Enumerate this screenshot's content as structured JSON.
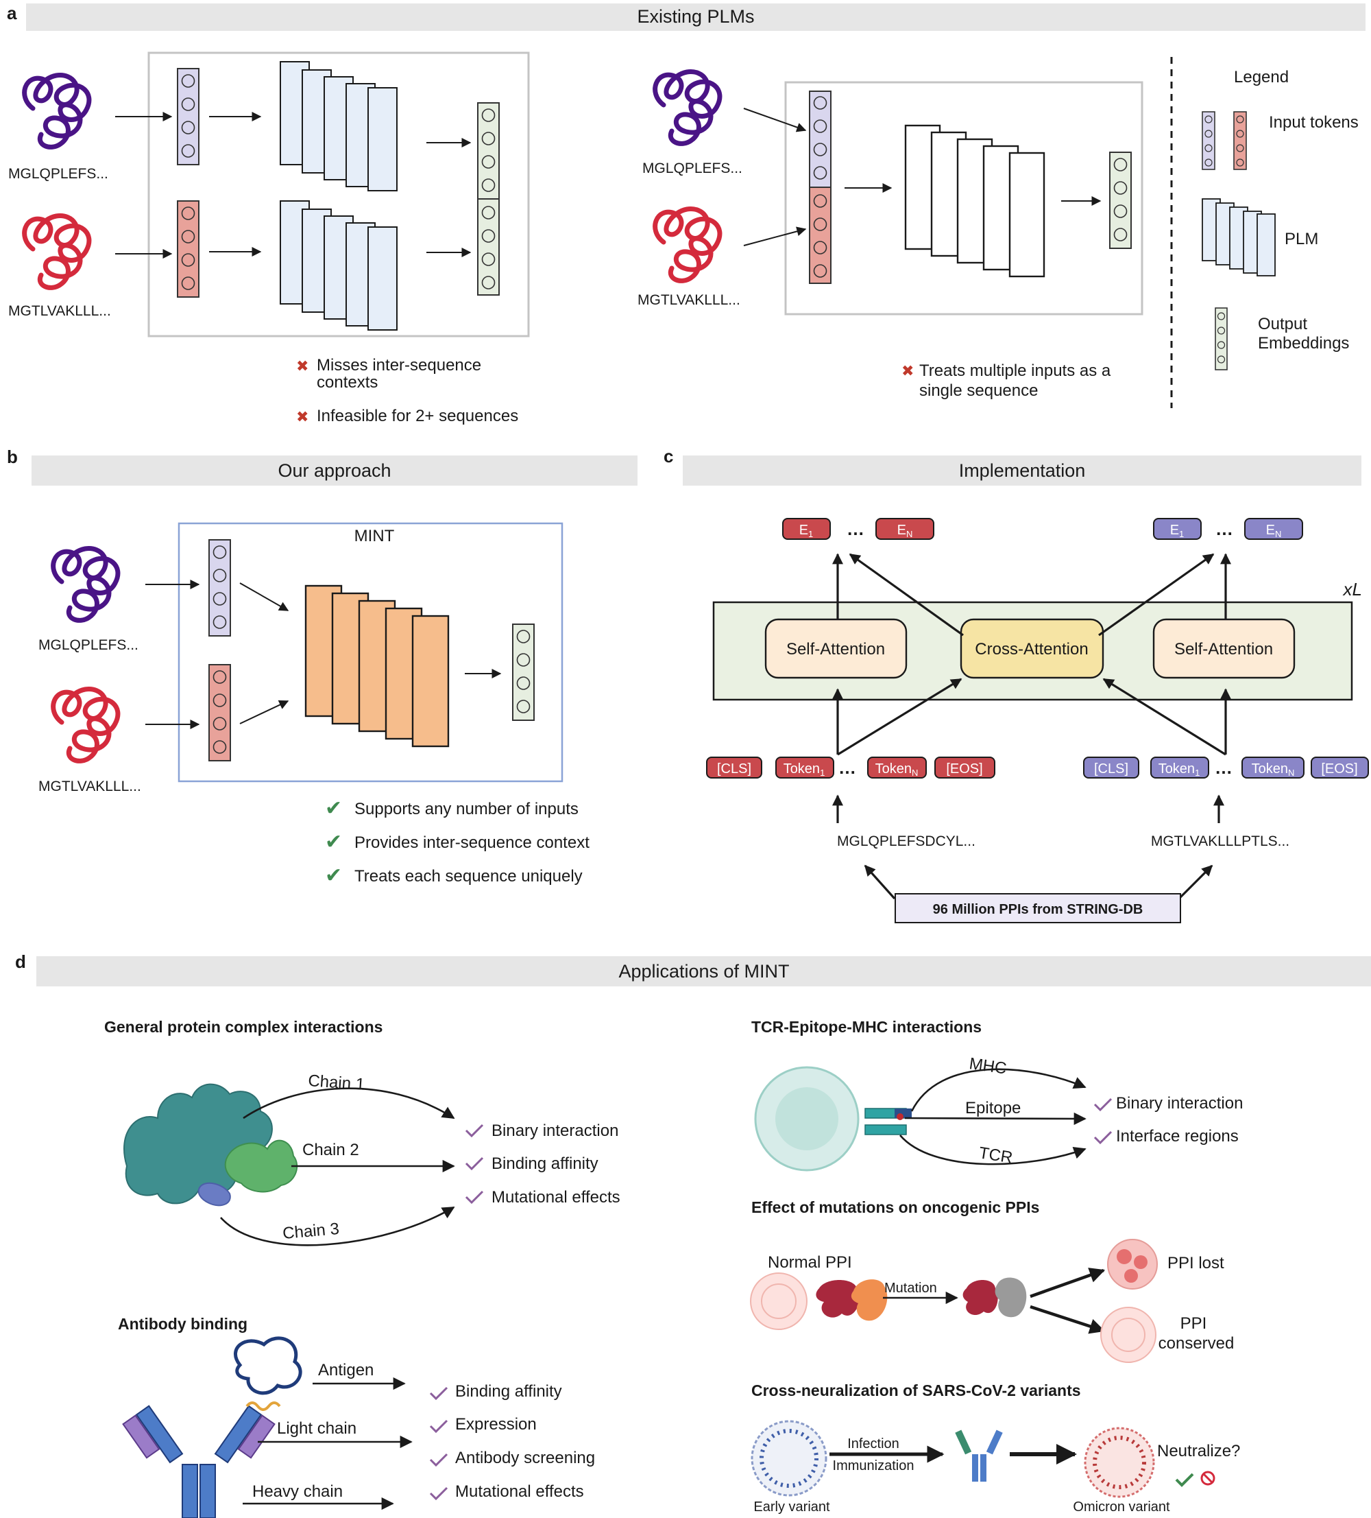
{
  "panels": {
    "a": "a",
    "b": "b",
    "c": "c",
    "d": "d"
  },
  "panel_a": {
    "header": "Existing PLMs",
    "seq1": "MGLQPLEFS...",
    "seq2": "MGTLVAKLLL...",
    "left_notes": [
      "Misses inter-sequence",
      "contexts",
      "Infeasible for 2+ sequences"
    ],
    "right_note": [
      "Treats multiple inputs as a",
      "single sequence"
    ],
    "legend": {
      "title": "Legend",
      "input_tokens": "Input tokens",
      "plm": "PLM",
      "output": [
        "Output",
        "Embeddings"
      ]
    },
    "cross_mark": "✖"
  },
  "panel_b": {
    "header": "Our approach",
    "model": "MINT",
    "seq1": "MGLQPLEFS...",
    "seq2": "MGTLVAKLLL...",
    "benefits": [
      "Supports any number of inputs",
      "Provides inter-sequence context",
      "Treats each sequence uniquely"
    ],
    "check_mark": "✔"
  },
  "panel_c": {
    "header": "Implementation",
    "repeat": "xL",
    "blocks": [
      "Self-Attention",
      "Cross-Attention",
      "Self-Attention"
    ],
    "out_left": [
      "E",
      "E"
    ],
    "out_right": [
      "E",
      "E"
    ],
    "sub_1": "1",
    "sub_n": "N",
    "tokens_left": [
      "[CLS]",
      "Token",
      "Token",
      "[EOS]"
    ],
    "tokens_right": [
      "[CLS]",
      "Token",
      "Token",
      "[EOS]"
    ],
    "ellipsis": "…",
    "seq_left": "MGLQPLEFSDCYL...",
    "seq_right": "MGTLVAKLLLPTLS...",
    "source": "96 Million PPIs from STRING-DB"
  },
  "panel_d": {
    "header": "Applications of MINT",
    "general": {
      "title": "General protein complex interactions",
      "chains": [
        "Chain 1",
        "Chain 2",
        "Chain 3"
      ],
      "outputs": [
        "Binary interaction",
        "Binding affinity",
        "Mutational effects"
      ]
    },
    "tcr": {
      "title": "TCR-Epitope-MHC interactions",
      "labels": [
        "MHC",
        "Epitope",
        "TCR"
      ],
      "outputs": [
        "Binary interaction",
        "Interface regions"
      ]
    },
    "onco": {
      "title": "Effect of mutations on oncogenic PPIs",
      "normal": "Normal PPI",
      "mutation": "Mutation",
      "lost": "PPI lost",
      "conserved": [
        "PPI",
        "conserved"
      ]
    },
    "antibody": {
      "title": "Antibody binding",
      "labels": [
        "Antigen",
        "Light chain",
        "Heavy chain"
      ],
      "outputs": [
        "Binding affinity",
        "Expression",
        "Antibody screening",
        "Mutational effects"
      ]
    },
    "sars": {
      "title": "Cross-neuralization of SARS-CoV-2 variants",
      "arrow": [
        "Infection",
        "Immunization"
      ],
      "early": "Early variant",
      "omicron": "Omicron variant",
      "question": "Neutralize?"
    }
  },
  "colors": {
    "purple": "#4a1486",
    "red": "#d42a3c",
    "tok_purple": "#d9d6ee",
    "tok_red": "#e8a29a",
    "plm_blue": "#e6eef9",
    "out_green": "#e6eee0",
    "mint_orange": "#f6bd8c",
    "check_green": "#3f8a4f",
    "cross_red": "#c0392b",
    "check_violet": "#8b5e9c"
  }
}
